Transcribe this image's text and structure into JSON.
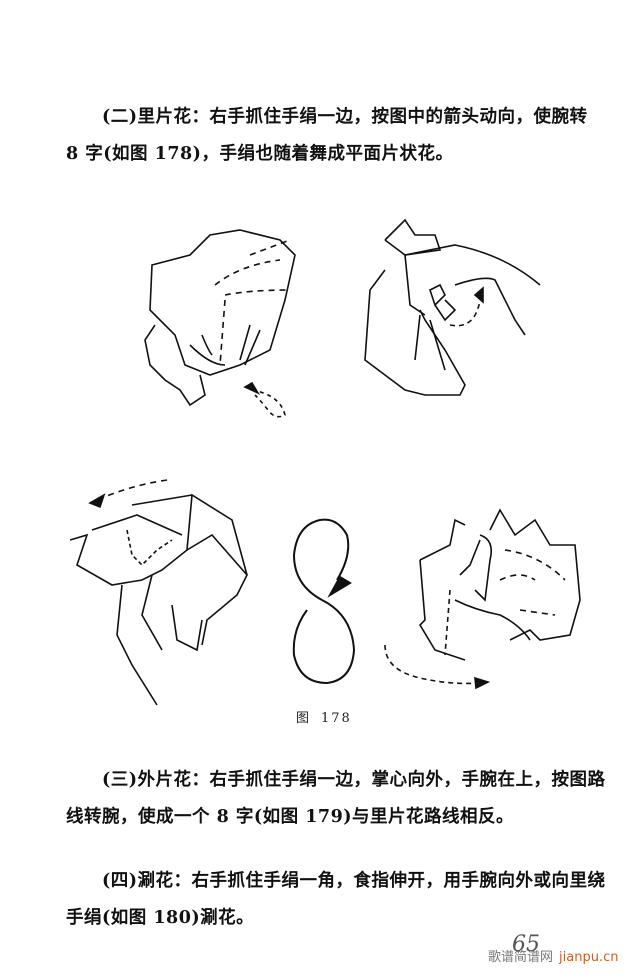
{
  "page": {
    "paragraphs": [
      {
        "id": "p1",
        "text": "(二)里片花：右手抓住手绢一边，按图中的箭头动向，使腕转 8 字(如图 178)，手绢也随着舞成平面片状花。"
      },
      {
        "id": "p2",
        "text": "(三)外片花：右手抓住手绢一边，掌心向外，手腕在上，按图路线转腕，使成一个 8 字(如图 179)与里片花路线相反。"
      },
      {
        "id": "p3",
        "text": "(四)涮花：右手抓住手绢一角，食指伸开，用手腕向外或向里绕手绢(如图 180)涮花。"
      }
    ],
    "figure": {
      "caption_label": "图",
      "caption_number": "178",
      "panels": [
        {
          "name": "hand-grip-top-left",
          "description": "hand holding handkerchief with dashed arrow path"
        },
        {
          "name": "hand-grip-top-right",
          "description": "hand turning with dashed curved arrow"
        },
        {
          "name": "hand-grip-bottom-left",
          "description": "wrist turning with dashed arrow to the left"
        },
        {
          "name": "figure-eight-path",
          "description": "figure 8 path with arrowhead"
        },
        {
          "name": "hand-grip-bottom-right",
          "description": "handkerchief flower with dashed arrow to the right"
        }
      ]
    },
    "page_number": "65",
    "watermark": {
      "cn": "歌谱简谱网",
      "en": "jianpu.cn"
    }
  }
}
